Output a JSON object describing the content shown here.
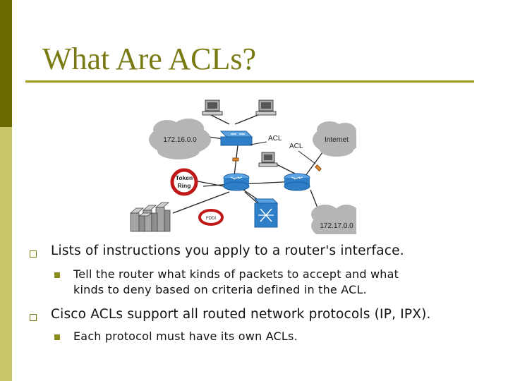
{
  "slide": {
    "title": "What Are ACLs?",
    "bullets": [
      {
        "text": "Lists of instructions you apply to a router's interface.",
        "sub": [
          {
            "line1": "Tell the router what kinds of packets to accept and what",
            "line2": "kinds to deny based on criteria defined in the ACL."
          }
        ]
      },
      {
        "text": "Cisco ACLs support all routed network protocols (IP, IPX).",
        "sub": [
          {
            "line1": "Each protocol must have its own ACLs."
          }
        ]
      }
    ]
  },
  "diagram": {
    "cloud_left": "172.16.0.0",
    "cloud_internet": "Internet",
    "cloud_bottom": "172.17.0.0",
    "acl_label_1": "ACL",
    "acl_label_2": "ACL",
    "token_ring_1": "Token",
    "token_ring_2": "Ring",
    "fddi": "FDDI"
  },
  "colors": {
    "accent_dark": "#6b6b00",
    "accent_light": "#c7c76a",
    "title": "#7a7a14",
    "device_blue": "#2f7fc8"
  }
}
